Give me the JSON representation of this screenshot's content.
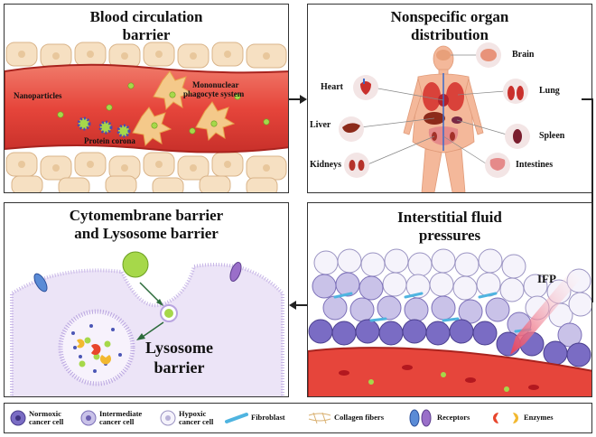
{
  "panels": {
    "blood": {
      "title_line1": "Blood circulation",
      "title_line2": "barrier",
      "labels": {
        "nanoparticles": "Nanoparticles",
        "mono_line1": "Mononuclear",
        "mono_line2": "phagocyte system",
        "corona": "Protein corona"
      }
    },
    "organ": {
      "title_line1": "Nonspecific organ",
      "title_line2": "distribution",
      "organs": {
        "brain": "Brain",
        "heart": "Heart",
        "lung": "Lung",
        "liver": "Liver",
        "spleen": "Spleen",
        "kidneys": "Kidneys",
        "intestines": "Intestines"
      }
    },
    "cyto": {
      "title_line1": "Cytomembrane barrier",
      "title_line2": "and Lysosome barrier",
      "lysosome_line1": "Lysosome",
      "lysosome_line2": "barrier"
    },
    "ifp": {
      "title_line1": "Interstitial fluid",
      "title_line2": "pressures",
      "ifp_label": "IFP"
    }
  },
  "legend": {
    "normoxic_line1": "Normoxic",
    "normoxic_line2": "cancer cell",
    "intermediate_line1": "Intermediate",
    "intermediate_line2": "cancer cell",
    "hypoxic_line1": "Hypoxic",
    "hypoxic_line2": "cancer cell",
    "fibroblast": "Fibroblast",
    "collagen": "Collagen fibers",
    "receptors": "Receptors",
    "enzymes": "Enzymes"
  }
}
